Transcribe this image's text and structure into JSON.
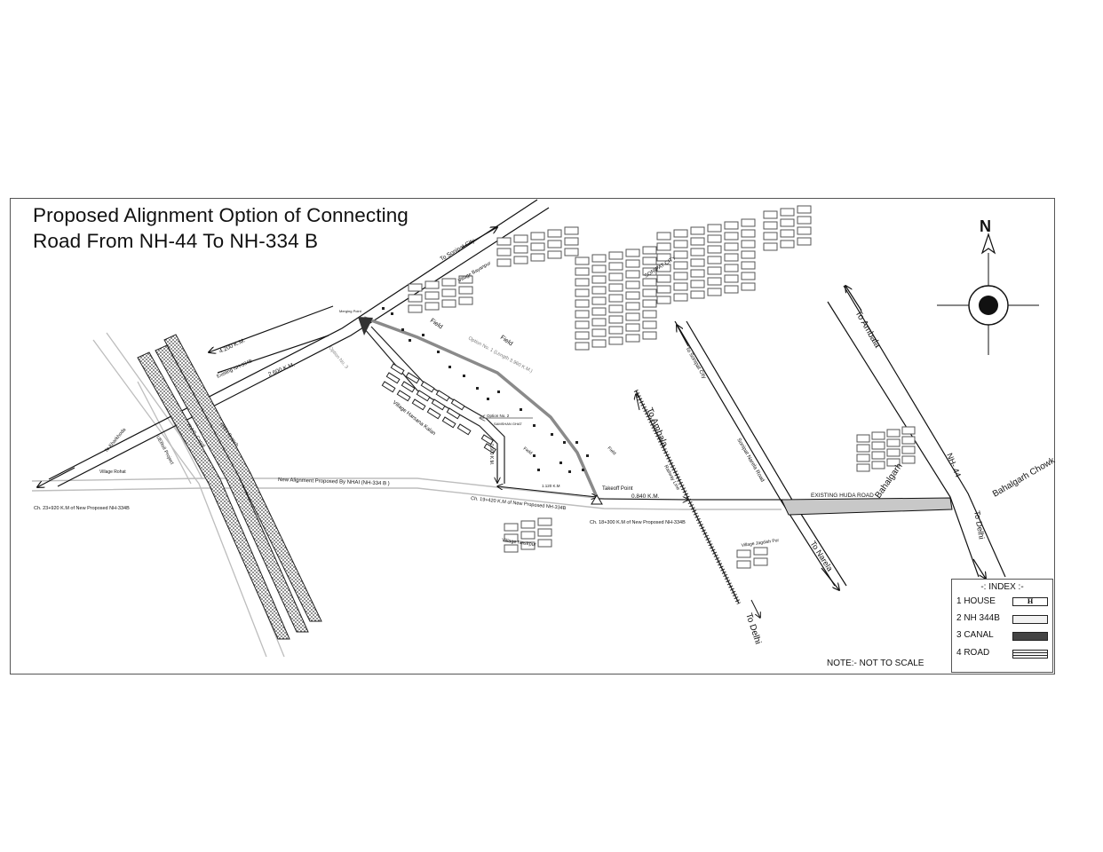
{
  "title": {
    "line1": "Proposed Alignment Option of Connecting",
    "line2": "Road From NH-44 To NH-334 B"
  },
  "north_arrow": {
    "letter": "N"
  },
  "labels": {
    "to_sonipat_city_top": "To Sonipat City",
    "village_bayanpur": "Village Bayanpur",
    "sonipat_city": "SONIPAT CITY",
    "to_ambala_nh44": "To Ambala",
    "to_sonipat_city_rail": "To Sonipat City",
    "to_ambala_rail": "To Ambala",
    "field_1": "Field",
    "field_2": "Field",
    "field_3": "Field",
    "field_4": "Field",
    "merging_point": "Merging Point",
    "option_1": "Option No. 1 (Length 3.960 K.M.)",
    "option_2": "Option No. 2",
    "option_3": "Option No. 3",
    "dist_4200": "4.200 K.M.",
    "existing_nh334b": "Existing NH-334B",
    "dist_2600": "2.600 K.M.",
    "village_harsana_kalan": "Village Harsana Kalan",
    "samshan_ghat": "SAMSHAN GHAT",
    "dist_0900": "0.900 K.M.",
    "dist_1120": "1.120 K.M",
    "takeoff_point": "Takeoff Point",
    "dist_0840": "0.840 K.M.",
    "railway_line": "Railway Line",
    "sonipat_narela_road": "Sonipat Narela Road",
    "nh44": "NH- 44",
    "bahalgarh": "Bahalgarh",
    "bahalgarh_chowk": "Bahalgarh Chowk",
    "existing_huda_road": "EXISTING HUDA ROAD",
    "to_delhi_nh44": "To Delhi",
    "to_narela": "To Narela",
    "to_delhi_rail": "To Delhi",
    "village_jagdish_pur": "Village Jagdish Pur",
    "new_alignment_nhai": "New Alignment Proposed By NHAI (NH-334 B )",
    "ch_19420": "Ch. 19+420 K.M of New Proposed NH-334B",
    "ch_18300": "Ch. 18+300 K.M of New Proposed NH-334B",
    "village_nasirpur": "Village Nasirpur",
    "ch_23920": "Ch. 23+920 K.M of New Proposed NH-334B",
    "village_rohat": "Village Rohat",
    "to_kharkhoda": "To Kharkhoda",
    "uerw_project": "UERoll Project",
    "wjc_canal_1": "W.J.C. Canal",
    "wjc_canal_2": "Delhi Branch"
  },
  "index": {
    "title": "-: INDEX :-",
    "items": [
      {
        "label": "1 HOUSE",
        "symbol": "H"
      },
      {
        "label": "2 NH 344B"
      },
      {
        "label": "3 CANAL"
      },
      {
        "label": "4 ROAD"
      }
    ]
  },
  "note": "NOTE:- NOT TO SCALE",
  "colors": {
    "line": "#111111",
    "grey_road": "#9a9a9a",
    "light_road": "#bdbdbd",
    "huda_fill": "#c8c8c8",
    "canal_fill": "#444444"
  }
}
